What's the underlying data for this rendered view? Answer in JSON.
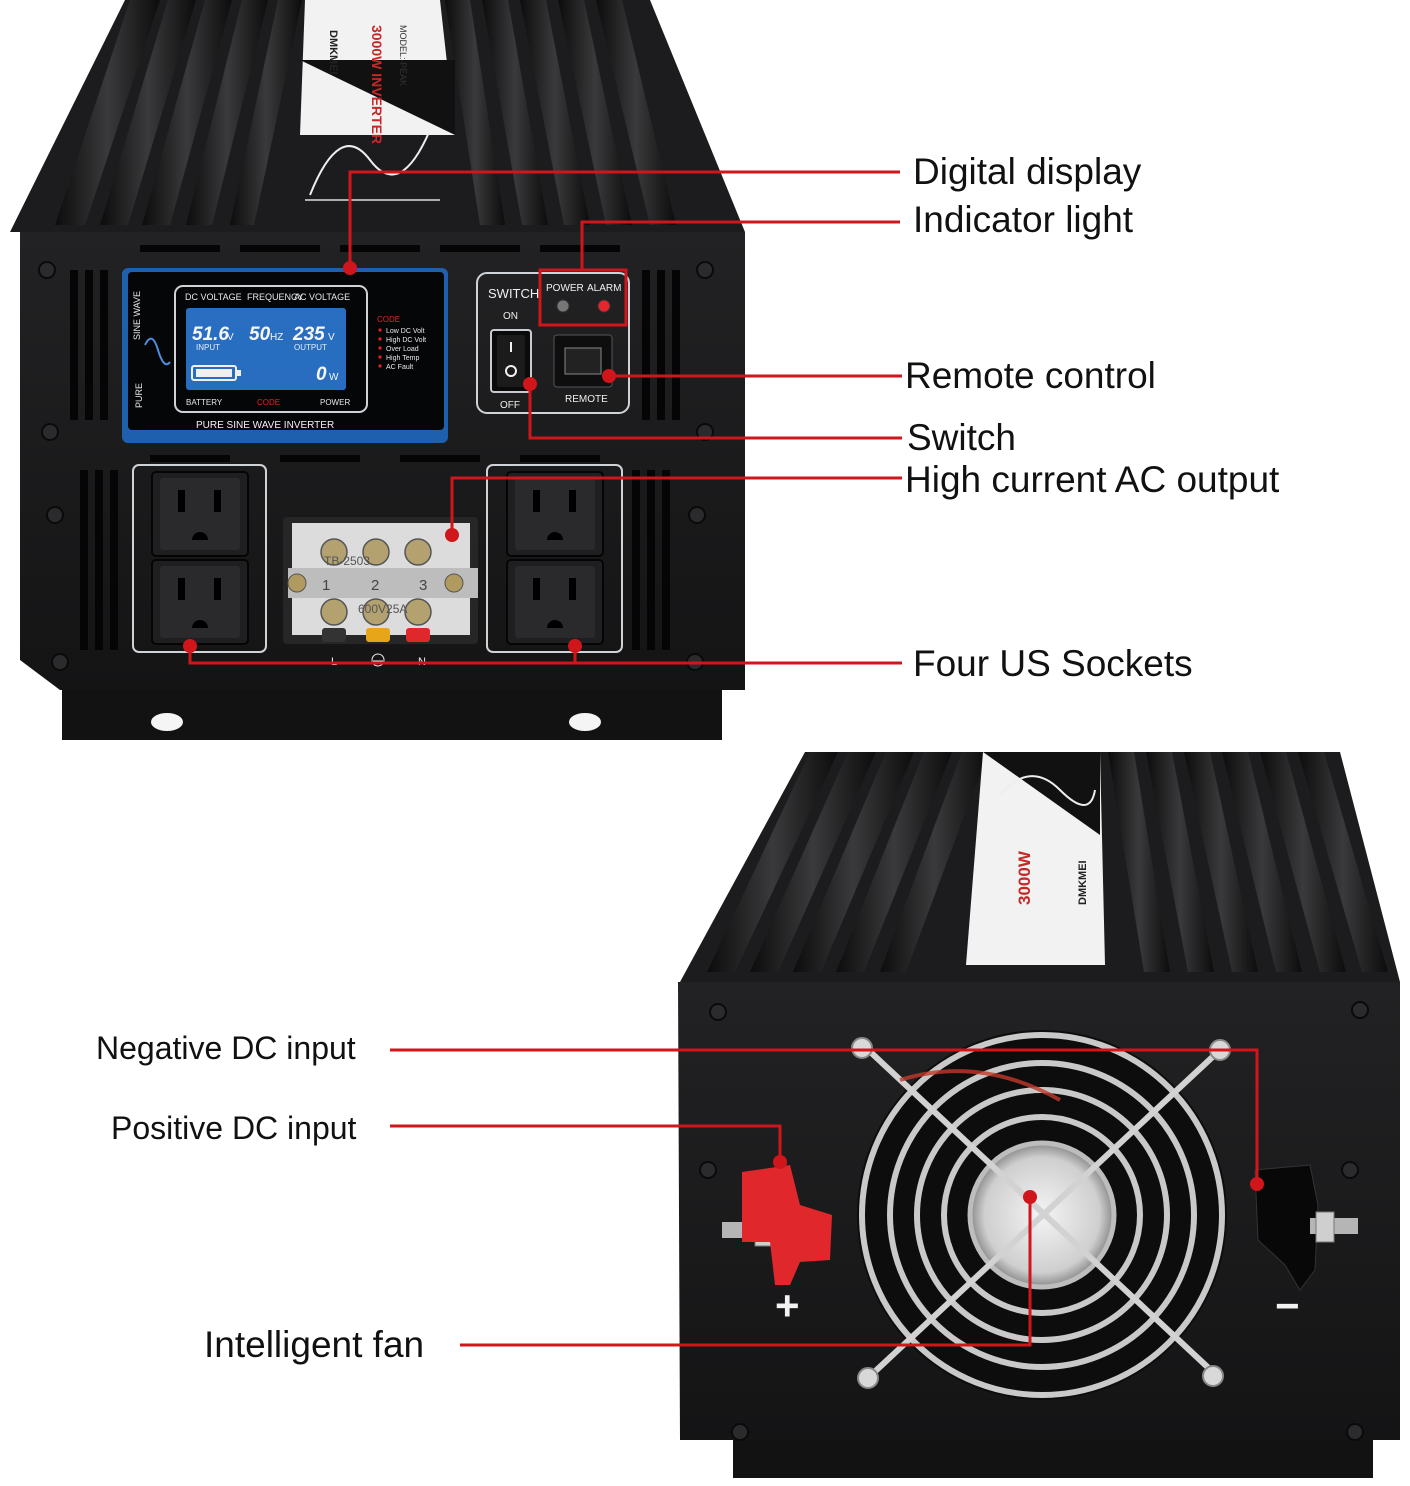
{
  "front_view": {
    "brand": "DMKMEI",
    "model_line1": "MODEL: PEAK",
    "model_line2": "3000W INVERTER",
    "display": {
      "header_dc": "DC VOLTAGE",
      "header_freq": "FREQUENCY",
      "header_ac": "AC VOLTAGE",
      "side_top": "SINE WAVE",
      "side_bottom": "PURE",
      "dc_value": "51.6",
      "dc_unit": "V",
      "freq_value": "50",
      "freq_unit": "HZ",
      "ac_value": "235",
      "ac_unit": "V",
      "input_label": "INPUT",
      "output_label": "OUTPUT",
      "power_value": "0",
      "power_unit": "W",
      "footer_battery": "BATTERY",
      "footer_code": "CODE",
      "footer_power": "POWER",
      "bottom_title": "PURE SINE WAVE INVERTER",
      "code_title": "CODE",
      "codes": [
        "Low DC Volt",
        "High DC Volt",
        "Over Load",
        "High Temp",
        "AC Fault"
      ]
    },
    "switch_panel": {
      "switch_label": "SWITCH",
      "on_label": "ON",
      "off_label": "OFF",
      "power_label": "POWER",
      "alarm_label": "ALARM",
      "remote_label": "REMOTE"
    },
    "terminal": {
      "spec_top": "TB-2503",
      "spec_bottom": "600V25A",
      "num1": "1",
      "num2": "2",
      "num3": "3",
      "label_l": "L",
      "label_n": "N"
    }
  },
  "back_view": {
    "brand": "DMKMEI",
    "model": "3000W"
  },
  "callouts": {
    "digital_display": "Digital display",
    "indicator_light": "Indicator light",
    "remote_control": "Remote control",
    "switch": "Switch",
    "high_current_ac": "High current AC output",
    "four_us_sockets": "Four US Sockets",
    "negative_dc": "Negative DC input",
    "positive_dc": "Positive DC input",
    "intelligent_fan": "Intelligent fan"
  },
  "terminal_marks": {
    "plus": "+",
    "minus": "−"
  },
  "colors": {
    "leader_line": "#d0161b",
    "housing": "#1b1b1d",
    "lcd_blue": "#1e5fae",
    "terminal_red": "#e0282c"
  }
}
